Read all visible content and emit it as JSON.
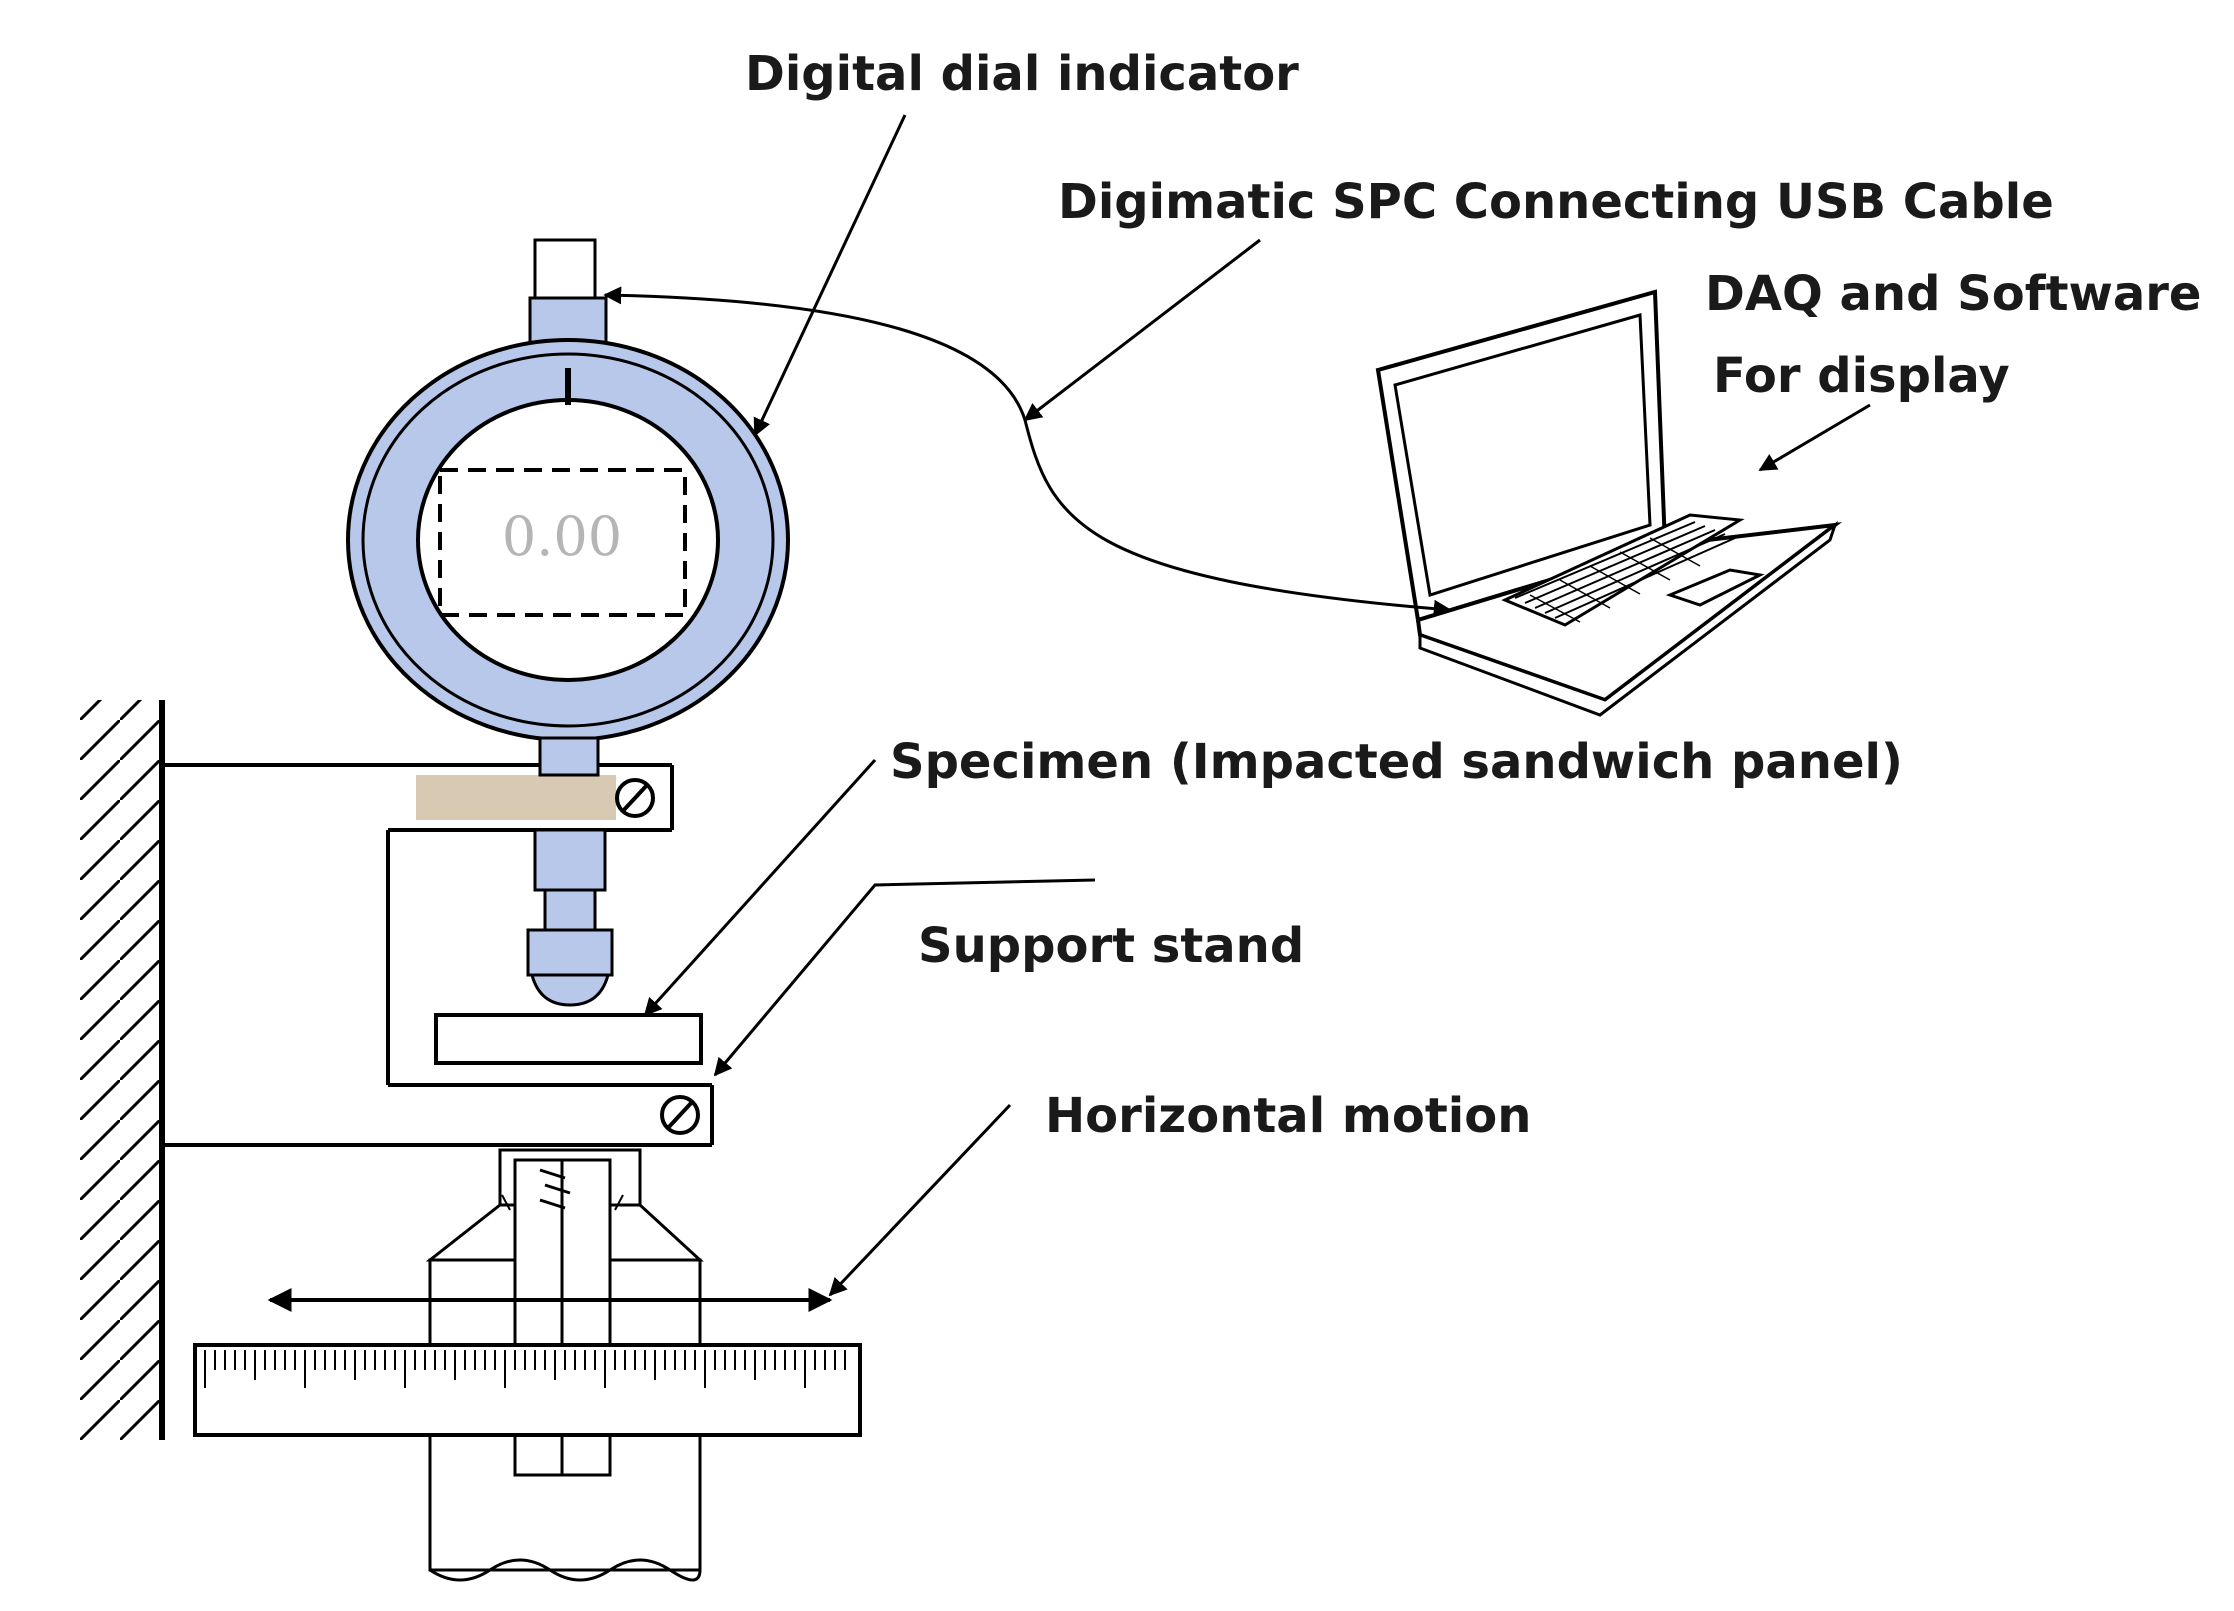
{
  "labels": {
    "dial_indicator": "Digital dial indicator",
    "usb_cable": "Digimatic SPC  Connecting USB Cable",
    "daq_line1": "DAQ and Software",
    "daq_line2": "For display",
    "specimen": "Specimen (Impacted sandwich panel)",
    "support_stand": "Support stand",
    "horizontal_motion": "Horizontal motion"
  },
  "dial_readout": "0.00",
  "colors": {
    "dial_ring": "#b8c8ea",
    "specimen_clamp": "#d8c9b3",
    "stem": "#b8c8ea"
  }
}
